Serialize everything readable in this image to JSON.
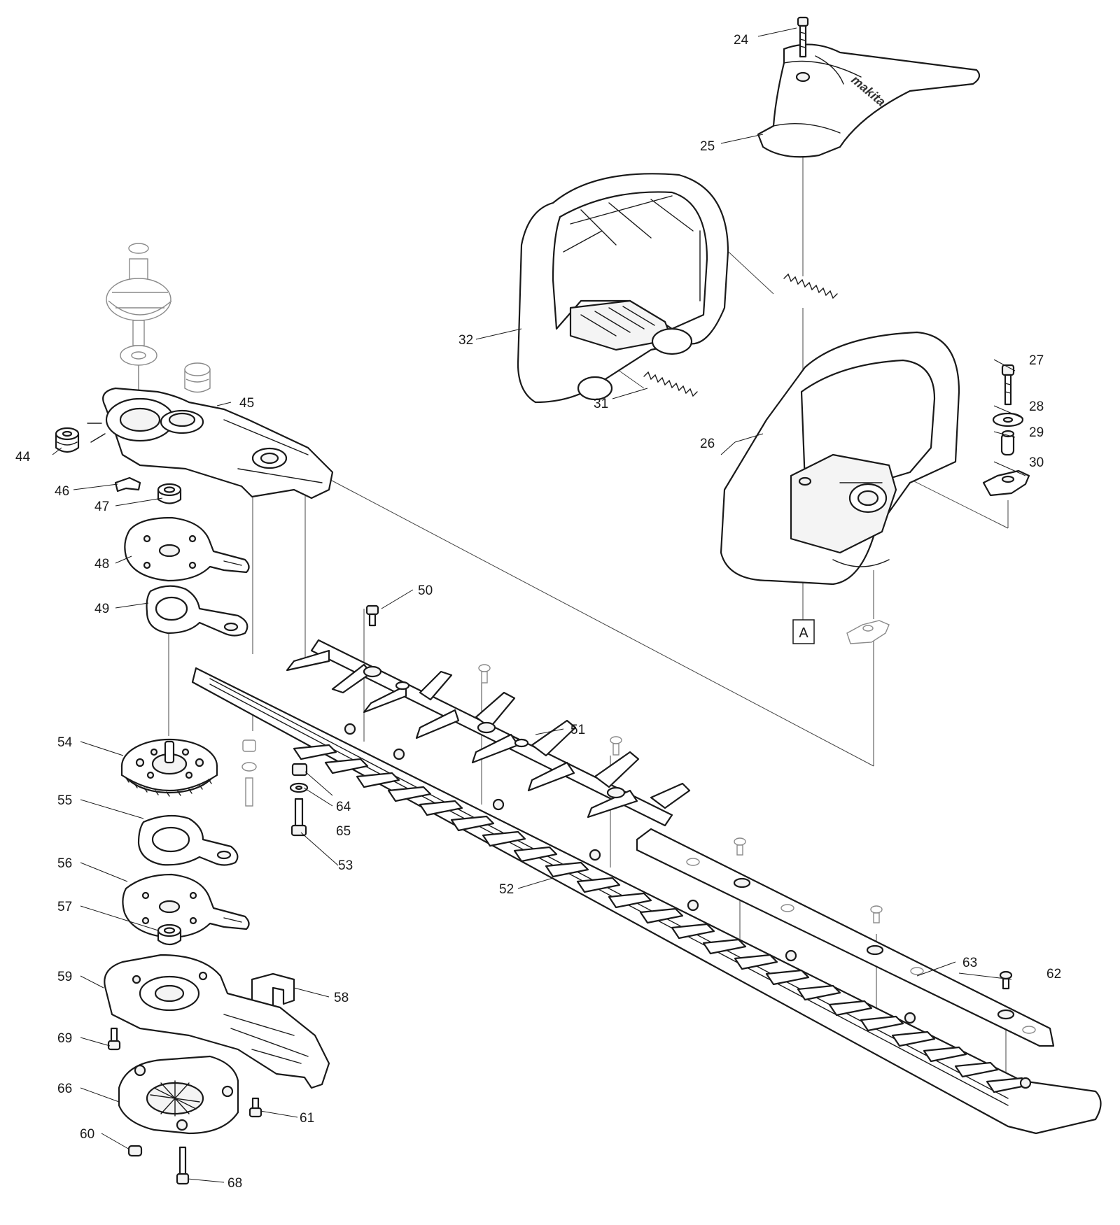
{
  "diagram": {
    "reference_marker": "A",
    "brand_logo": "makita",
    "callouts": [
      {
        "id": "24",
        "label": "24"
      },
      {
        "id": "25",
        "label": "25"
      },
      {
        "id": "26",
        "label": "26"
      },
      {
        "id": "27",
        "label": "27"
      },
      {
        "id": "28",
        "label": "28"
      },
      {
        "id": "29",
        "label": "29"
      },
      {
        "id": "30",
        "label": "30"
      },
      {
        "id": "31",
        "label": "31"
      },
      {
        "id": "32",
        "label": "32"
      },
      {
        "id": "44",
        "label": "44"
      },
      {
        "id": "45",
        "label": "45"
      },
      {
        "id": "46",
        "label": "46"
      },
      {
        "id": "47",
        "label": "47"
      },
      {
        "id": "48",
        "label": "48"
      },
      {
        "id": "49",
        "label": "49"
      },
      {
        "id": "50",
        "label": "50"
      },
      {
        "id": "51",
        "label": "51"
      },
      {
        "id": "52",
        "label": "52"
      },
      {
        "id": "53",
        "label": "53"
      },
      {
        "id": "54",
        "label": "54"
      },
      {
        "id": "55",
        "label": "55"
      },
      {
        "id": "56",
        "label": "56"
      },
      {
        "id": "57",
        "label": "57"
      },
      {
        "id": "58",
        "label": "58"
      },
      {
        "id": "59",
        "label": "59"
      },
      {
        "id": "60",
        "label": "60"
      },
      {
        "id": "61",
        "label": "61"
      },
      {
        "id": "62",
        "label": "62"
      },
      {
        "id": "63",
        "label": "63"
      },
      {
        "id": "64",
        "label": "64"
      },
      {
        "id": "65",
        "label": "65"
      },
      {
        "id": "66",
        "label": "66"
      },
      {
        "id": "68",
        "label": "68"
      },
      {
        "id": "69",
        "label": "69"
      }
    ]
  }
}
